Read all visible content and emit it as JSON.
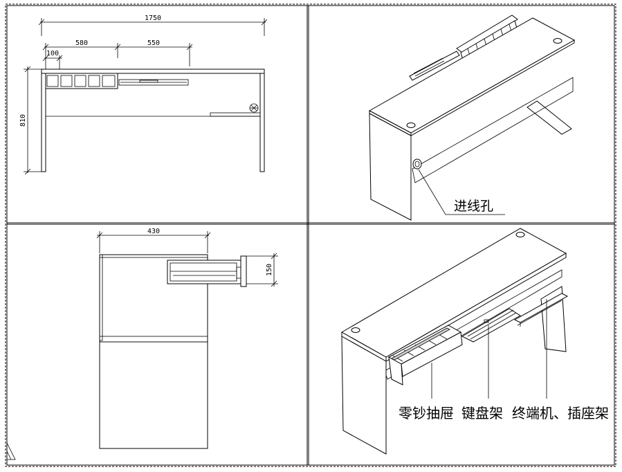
{
  "front_view": {
    "dim_total": "1750",
    "dim_a": "580",
    "dim_b": "550",
    "dim_c": "100",
    "dim_height": "810"
  },
  "top_view": {
    "dim_depth": "430",
    "dim_drawer": "150"
  },
  "perspective_top": {
    "callout": "进线孔"
  },
  "perspective_bottom": {
    "callout_1": "零钞抽屉",
    "callout_2": "键盘架",
    "callout_3": "终端机、插座架"
  }
}
